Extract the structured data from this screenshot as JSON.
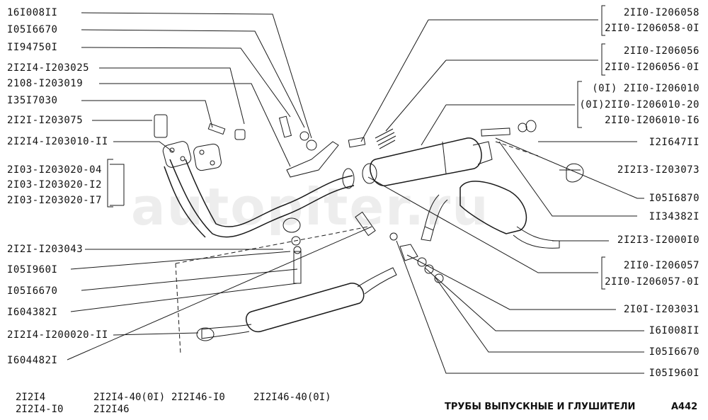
{
  "left_labels": [
    "16I008II",
    "I05I6670",
    "II94750I",
    "2I2I4-I203025",
    "2108-I203019",
    "I35I7030",
    "2I2I-I203075",
    "2I2I4-I203010-II",
    "2I03-I203020-04",
    "2I03-I203020-I2",
    "2I03-I203020-I7",
    "2I2I-I203043",
    "I05I960I",
    "I05I6670",
    "I604382I",
    "2I2I4-I200020-II",
    "I604482I"
  ],
  "right_labels": [
    "2II0-I206058",
    "2II0-I206058-0I",
    "2II0-I206056",
    "2II0-I206056-0I",
    "(0I)  2II0-I206010",
    "(0I)2II0-I206010-20",
    "2II0-I206010-I6",
    "I2I647II",
    "2I2I3-I203073",
    "I05I6870",
    "II34382I",
    "2I2I3-I2000I0",
    "2II0-I206057",
    "2II0-I206057-0I",
    "2I0I-I203031",
    "I6I008II",
    "I05I6670",
    "I05I960I"
  ],
  "footer": {
    "models": [
      "2I2I4",
      "2I2I4-I0",
      "2I2I4-40(0I)",
      "2I2I46",
      "2I2I46-I0",
      "2I2I46-40(0I)"
    ],
    "title": "ТРУБЫ ВЫПУСКНЫЕ И ГЛУШИТЕЛИ",
    "code": "A442"
  },
  "watermark": "autopiter.ru",
  "colors": {
    "line": "#1a1a1a",
    "background": "#ffffff"
  }
}
